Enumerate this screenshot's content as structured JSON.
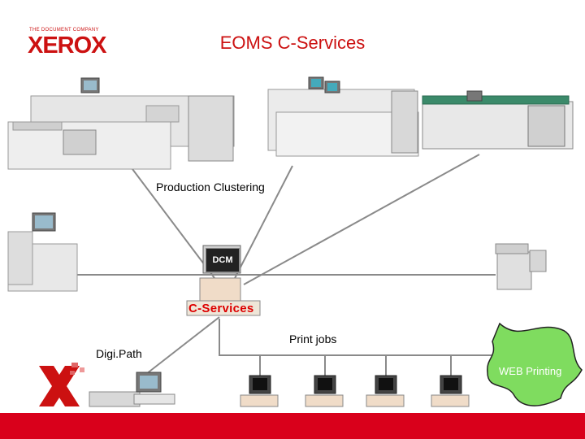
{
  "title": "EOMS C-Services",
  "logo": {
    "tagline": "THE DOCUMENT COMPANY",
    "wordmark": "XEROX"
  },
  "labels": {
    "production_clustering": "Production Clustering",
    "dcm": "DCM",
    "c_services": "C-Services",
    "print_jobs": "Print jobs",
    "digipath": "Digi.Path",
    "web_printing": "WEB Printing"
  },
  "colors": {
    "brand_red": "#cc1111",
    "web_blob": "#7fdc5f",
    "bar_red": "#d9001b"
  }
}
